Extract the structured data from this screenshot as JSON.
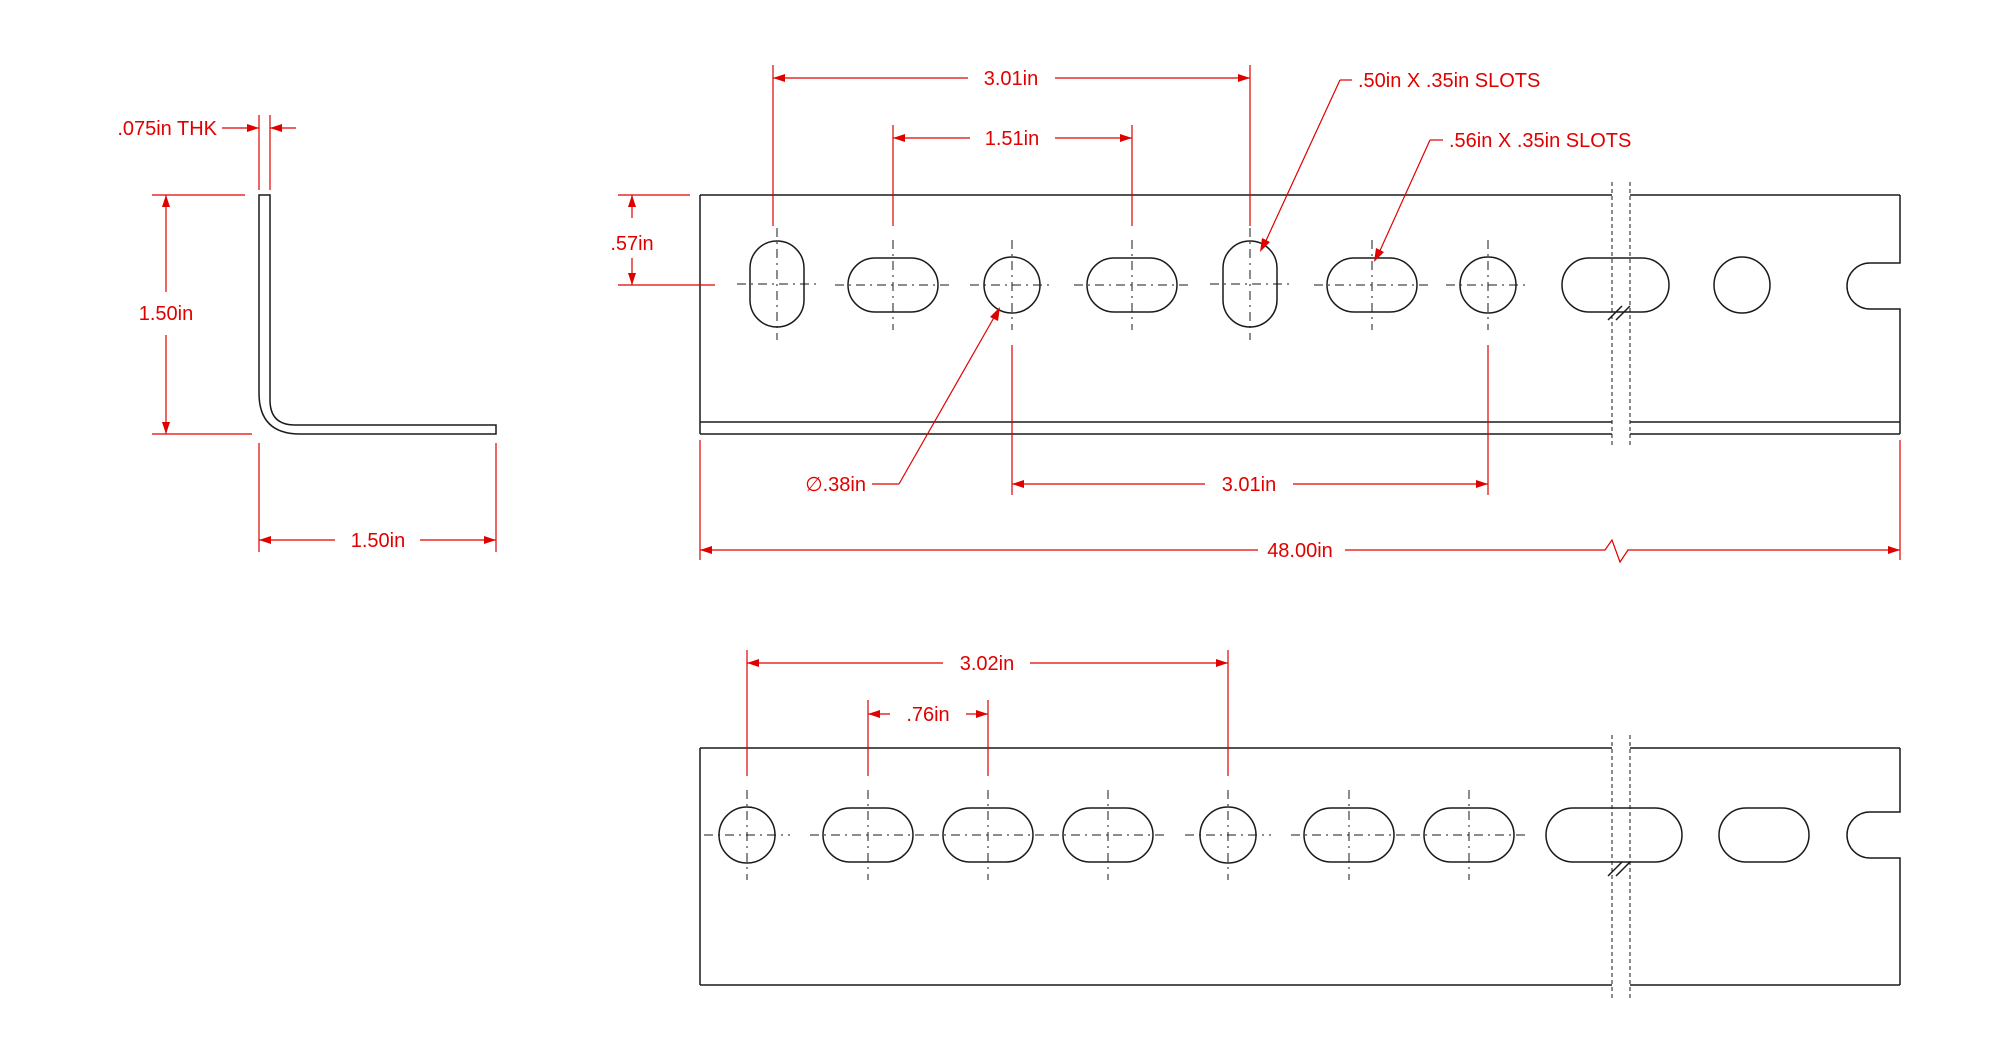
{
  "colors": {
    "dimension": "#e00000",
    "line": "#1a1a1a",
    "background": "#ffffff"
  },
  "labels": {
    "thickness": ".075in THK",
    "end_height": "1.50in",
    "end_width": "1.50in",
    "top_spacing_wide": "3.01in",
    "top_spacing_narrow": "1.51in",
    "edge_offset": ".57in",
    "slot_a": ".50in  X  .35in  SLOTS",
    "slot_b": ".56in  X  .35in  SLOTS",
    "hole_diameter": "∅.38in",
    "bottom_hole_spacing": "3.01in",
    "overall_length": "48.00in",
    "lower_spacing_wide": "3.02in",
    "lower_spacing_narrow": ".76in"
  }
}
